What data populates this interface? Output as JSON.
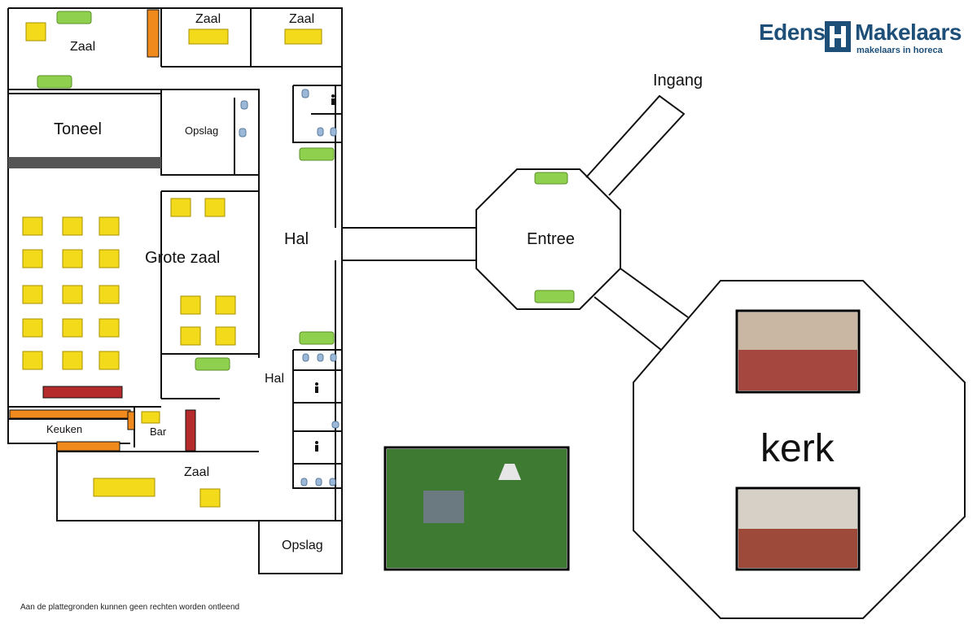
{
  "logo": {
    "word1": "Edens",
    "word2": "Makelaars",
    "tagline": "makelaars in horeca",
    "color": "#1d4f78"
  },
  "rooms": {
    "zaal_topleft": "Zaal",
    "zaal_top2": "Zaal",
    "zaal_top3": "Zaal",
    "toneel": "Toneel",
    "opslag_top": "Opslag",
    "grote_zaal": "Grote zaal",
    "hal_upper": "Hal",
    "hal_lower": "Hal",
    "keuken": "Keuken",
    "bar": "Bar",
    "zaal_bottom": "Zaal",
    "opslag_bottom": "Opslag",
    "entree": "Entree",
    "ingang": "Ingang",
    "kerk": "kerk"
  },
  "disclaimer": "Aan de plattegronden kunnen geen rechten worden ontleend",
  "colors": {
    "table_yellow": "#f3da1a",
    "sofa_green": "#8fd14f",
    "counter_orange": "#f08a1c",
    "counter_red": "#b52a2a",
    "stage_gray": "#555555",
    "wall": "#111111",
    "toilet_blue": "#9bb8d8"
  },
  "icons": {
    "toilet": "toilet-icon",
    "person": "person-icon",
    "sofa": "sofa-icon",
    "table": "table-icon"
  }
}
